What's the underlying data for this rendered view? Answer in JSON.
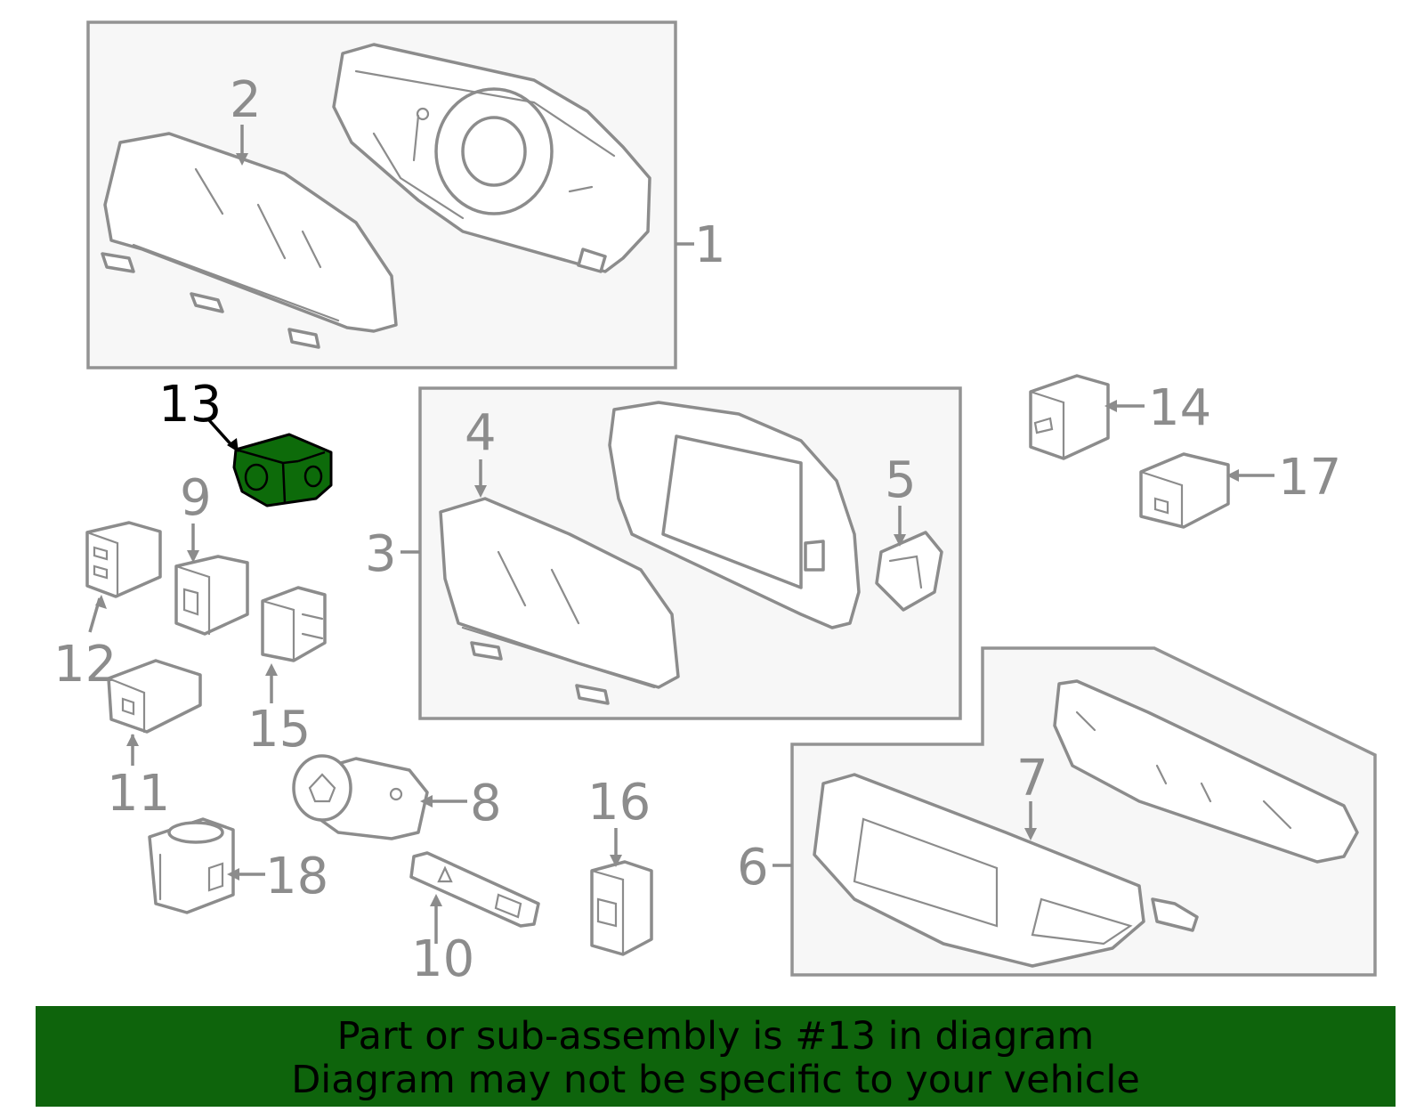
{
  "callouts": {
    "c1": "1",
    "c2": "2",
    "c3": "3",
    "c4": "4",
    "c5": "5",
    "c6": "6",
    "c7": "7",
    "c8": "8",
    "c9": "9",
    "c10": "10",
    "c11": "11",
    "c12": "12",
    "c13": "13",
    "c14": "14",
    "c15": "15",
    "c16": "16",
    "c17": "17",
    "c18": "18"
  },
  "highlight": {
    "part": "13",
    "color": "#0e640c"
  },
  "banner": {
    "line1": "Part or sub-assembly is #13 in diagram",
    "line2": "Diagram may not be specific to your vehicle",
    "background": "#0e640c"
  }
}
